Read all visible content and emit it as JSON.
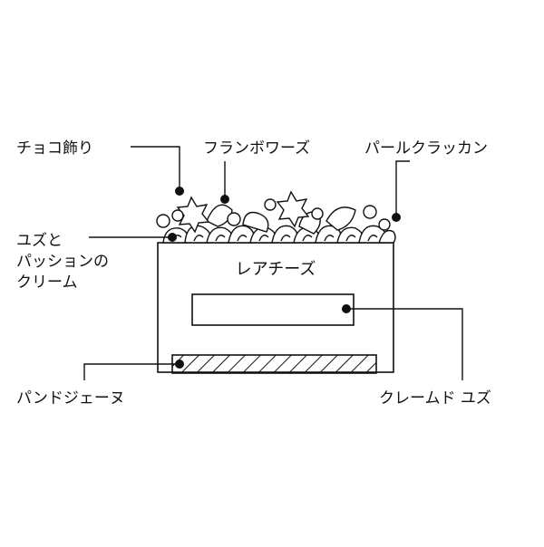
{
  "diagram": {
    "labels": {
      "choco": "チョコ飾り",
      "framboise": "フランボワーズ",
      "craquelin": "パールクラッカン",
      "yuzu_passion_1": "ユズと",
      "yuzu_passion_2": "パッションの",
      "yuzu_passion_3": "クリーム",
      "rare_cheese": "レアチーズ",
      "genoise": "パンドジェーヌ",
      "creme_yuzu": "クレームド ユズ"
    },
    "colors": {
      "ink": "#111111",
      "background": "#ffffff"
    }
  }
}
